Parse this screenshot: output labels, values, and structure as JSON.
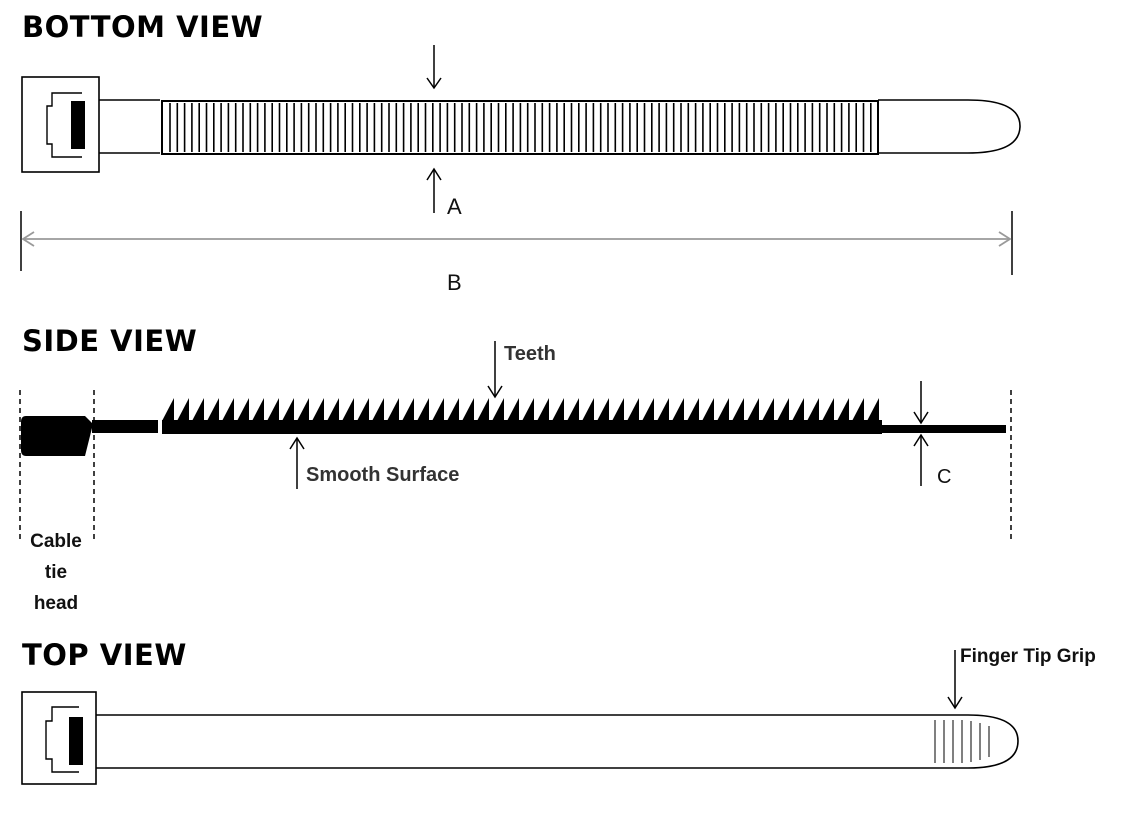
{
  "views": {
    "bottom": {
      "title": "BOTTOM VIEW",
      "label_a": "A",
      "label_b": "B"
    },
    "side": {
      "title": "SIDE VIEW",
      "label_teeth": "Teeth",
      "label_smooth": "Smooth Surface",
      "label_c": "C",
      "head_label": [
        "Cable",
        "tie",
        "head"
      ]
    },
    "top": {
      "title": "TOP VIEW",
      "label_grip": "Finger Tip Grip"
    }
  },
  "colors": {
    "ink": "#000000",
    "dimension_line": "#9a9a9a"
  }
}
